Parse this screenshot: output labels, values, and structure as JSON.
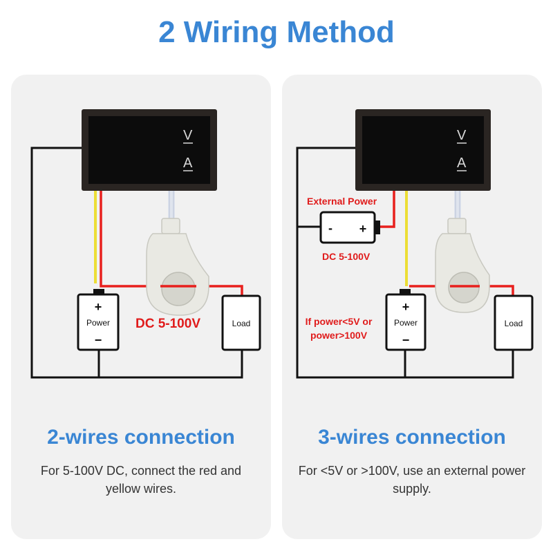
{
  "title": "2 Wiring Method",
  "meter": {
    "volt_label": "V",
    "amp_label": "A"
  },
  "left": {
    "title": "2-wires connection",
    "description": "For 5-100V DC, connect the red and yellow wires.",
    "power_label": "Power",
    "power_plus": "+",
    "power_minus": "−",
    "load_label": "Load",
    "voltage_label": "DC 5-100V"
  },
  "right": {
    "title": "3-wires connection",
    "description": "For <5V or >100V, use an external power supply.",
    "external_power_label": "External Power",
    "battery_minus": "-",
    "battery_plus": "+",
    "battery_voltage": "DC 5-100V",
    "condition_line1": "If power<5V or",
    "condition_line2": "power>100V",
    "power_label": "Power",
    "power_plus": "+",
    "power_minus": "−",
    "load_label": "Load"
  },
  "colors": {
    "accent_blue": "#3a86d4",
    "wire_red": "#e8201d",
    "wire_yellow": "#ecde35",
    "wire_black": "#111111",
    "label_red": "#e01b1b"
  }
}
